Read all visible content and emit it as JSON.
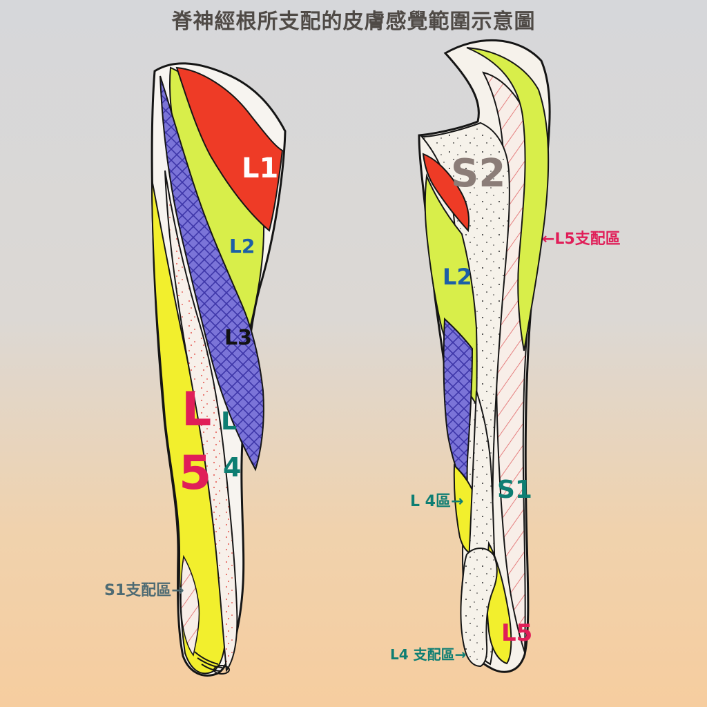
{
  "title": "脊神經根所支配的皮膚感覺範圍示意圖",
  "colors": {
    "l1": "#ee3b26",
    "l2": "#d8ee4a",
    "l3": "#6c63cf",
    "l5": "#f4ee2a",
    "s1": "#f7f1e6",
    "s2": "#f5f1ea",
    "outline": "#151515",
    "label_blue": "#1c5fa6",
    "label_black": "#121212",
    "label_pink": "#e01e58",
    "label_teal": "#0e7e73",
    "label_gray": "#8b7d78",
    "label_slate": "#4e6b73"
  },
  "front_leg": {
    "labels": {
      "l1": "L1",
      "l2": "L2",
      "l3": "L3",
      "l5_letter": "L",
      "l5_number": "5",
      "l4_letter": "L",
      "l4_number": "4"
    },
    "callouts": {
      "s1_area": "S1支配區→"
    }
  },
  "back_leg": {
    "labels": {
      "s2": "S2",
      "l2": "L2",
      "s1": "S1",
      "l5": "L5"
    },
    "callouts": {
      "l5_area": "←L5支配區",
      "l4_area": "L 4區→",
      "l4_area_bottom": "L4 支配區→"
    }
  }
}
